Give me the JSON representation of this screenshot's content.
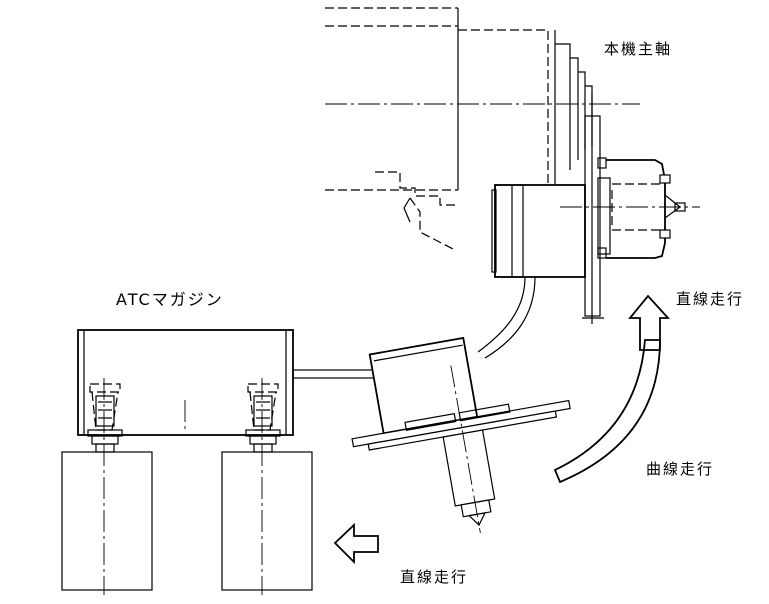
{
  "labels": {
    "spindle": "本機主軸",
    "atc_magazine": "ATCマガジン",
    "linear_travel_right": "直線走行",
    "curved_travel": "曲線走行",
    "linear_travel_bottom": "直線走行"
  }
}
